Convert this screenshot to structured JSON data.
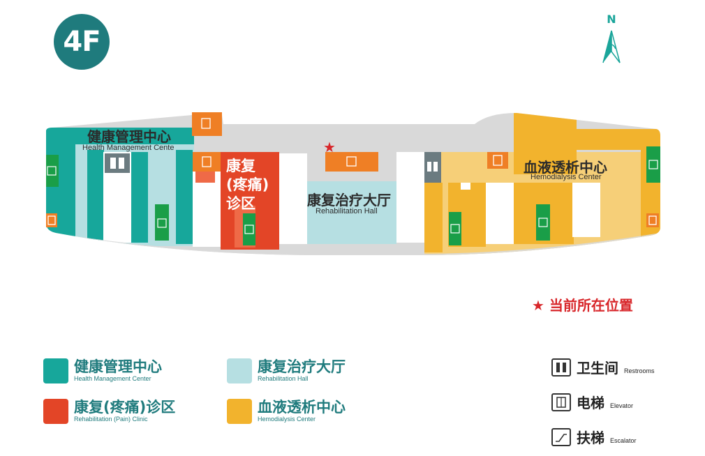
{
  "floor": {
    "label": "4F"
  },
  "compass": {
    "label": "N"
  },
  "zones": {
    "health": {
      "cn": "健康管理中心",
      "en": "Health Management Cente"
    },
    "rehab_clinic": {
      "cn_line1": "康复",
      "cn_line2": "(疼痛)",
      "cn_line3": "诊区"
    },
    "rehab_hall": {
      "cn": "康复治疗大厅",
      "en": "Rehabilitation Hall"
    },
    "hemo": {
      "cn": "血液透析中心",
      "en": "Hemodialysis Center"
    }
  },
  "current_location": {
    "marker": "★",
    "label": "当前所在位置"
  },
  "legend": [
    {
      "cn": "健康管理中心",
      "en": "Health Management Center",
      "color": "#17a79b"
    },
    {
      "cn": "康复治疗大厅",
      "en": "Rehabilitation Hall",
      "color": "#b6dfe2"
    },
    {
      "cn": "康复(疼痛)诊区",
      "en": "Rehabilitation (Pain) Clinic",
      "color": "#e34527"
    },
    {
      "cn": "血液透析中心",
      "en": "Hemodialysis Center",
      "color": "#f2b32d"
    }
  ],
  "facilities": [
    {
      "cn": "卫生间",
      "en": "Restrooms",
      "icon": "restroom-icon"
    },
    {
      "cn": "电梯",
      "en": "Elevator",
      "icon": "elevator-icon"
    },
    {
      "cn": "扶梯",
      "en": "Escalator",
      "icon": "escalator-icon"
    }
  ],
  "colors": {
    "teal": "#17a79b",
    "light_blue": "#b6dfe2",
    "red": "#e34527",
    "orange": "#f2b32d",
    "light_orange": "#f6cf78",
    "corridor": "#d9d9d9",
    "elevator": "#ef7f25",
    "escalator": "#1a9e48",
    "restroom": "#6b7b80",
    "brand": "#1f7b7d"
  }
}
